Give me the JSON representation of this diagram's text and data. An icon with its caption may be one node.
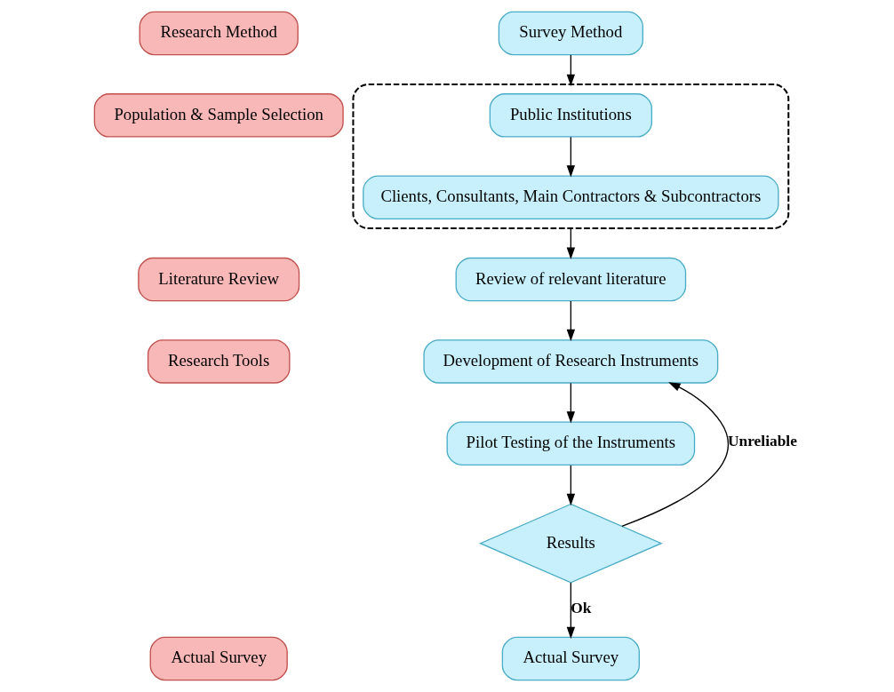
{
  "diagram": {
    "nodes": [
      {
        "text": [
          "Research Method"
        ]
      },
      {
        "text": [
          "Population & Sample Selection"
        ]
      },
      {
        "text": [
          "Literature Review"
        ]
      },
      {
        "text": [
          "Research Tools"
        ]
      },
      {
        "text": [
          "Actual Survey"
        ]
      },
      {
        "text": [
          "Survey Method"
        ]
      },
      {
        "text": [],
        "shape": "box"
      },
      {
        "text": [
          "Public Institutions"
        ],
        "in": 6
      },
      {
        "text": [
          "Clients, Consultants, Main Contractors & Subcontractors"
        ],
        "in": 6
      },
      {
        "text": [
          "Review of relevant literature"
        ]
      },
      {
        "text": [
          "Development of Research Instruments"
        ]
      },
      {
        "text": [
          "Pilot Testing of the Instruments"
        ]
      },
      {
        "text": [
          "Results"
        ]
      },
      {
        "text": [
          "Actual Survey"
        ]
      }
    ],
    "edges": [
      {
        "from": 5,
        "to": 6,
        "arrow": "to"
      },
      {
        "from": 7,
        "to": 8,
        "arrow": "to"
      },
      {
        "from": 6,
        "to": 9,
        "arrow": "to"
      },
      {
        "from": 9,
        "to": 10,
        "arrow": "to"
      },
      {
        "from": 10,
        "to": 11,
        "arrow": "to"
      },
      {
        "from": 11,
        "to": 12,
        "arrow": "to"
      },
      {
        "from": 12,
        "to": 13,
        "label": "Ok",
        "arrow": "to"
      },
      {
        "from": 12,
        "to": 10,
        "label": "Unreliable",
        "arrow": "to"
      }
    ]
  }
}
